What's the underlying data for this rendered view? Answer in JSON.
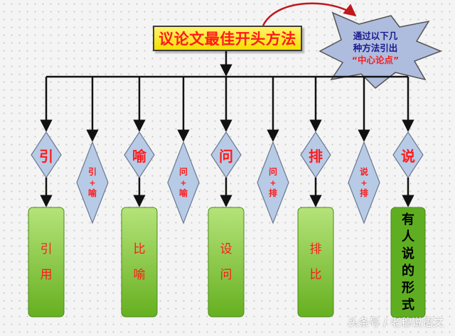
{
  "title": "议论文最佳开头方法",
  "note": {
    "lines": [
      "通过以下几",
      "种方法引出",
      "“中心论点”"
    ]
  },
  "branches": [
    {
      "kind": "big",
      "diamond": "引",
      "result": [
        "引",
        "用"
      ]
    },
    {
      "kind": "small",
      "diamond": [
        "引",
        "+",
        "喻"
      ]
    },
    {
      "kind": "big",
      "diamond": "喻",
      "result": [
        "比",
        "喻"
      ]
    },
    {
      "kind": "small",
      "diamond": [
        "问",
        "+",
        "喻"
      ]
    },
    {
      "kind": "big",
      "diamond": "问",
      "result": [
        "设",
        "问"
      ]
    },
    {
      "kind": "small",
      "diamond": [
        "问",
        "+",
        "排"
      ]
    },
    {
      "kind": "big",
      "diamond": "排",
      "result": [
        "排",
        "比"
      ]
    },
    {
      "kind": "small",
      "diamond": [
        "说",
        "+",
        "排"
      ]
    },
    {
      "kind": "big",
      "diamond": "说",
      "result": [
        "有",
        "人",
        "说",
        "的",
        "形",
        "式"
      ]
    }
  ],
  "watermark": "头条号 / 老穆说语文",
  "colors": {
    "accent": "#ff1a1a",
    "title_fill": "#fff200",
    "diamond_fill": "#b8cbe6",
    "box_fill": "#8ccf3a",
    "note_fill": "#aebcde"
  }
}
